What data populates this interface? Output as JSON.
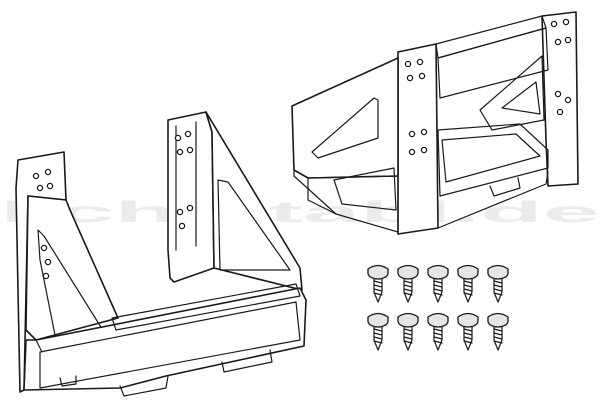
{
  "watermark": {
    "text": "lichtstabl.de",
    "color": "#dcdcdc"
  },
  "figure": {
    "parts": [
      "bracket-left",
      "bracket-right"
    ],
    "screw_icon": "screw-icon",
    "screw_rows": 2,
    "screws_per_row": 5,
    "line_color": "#1a1a1a",
    "background": "#ffffff"
  }
}
